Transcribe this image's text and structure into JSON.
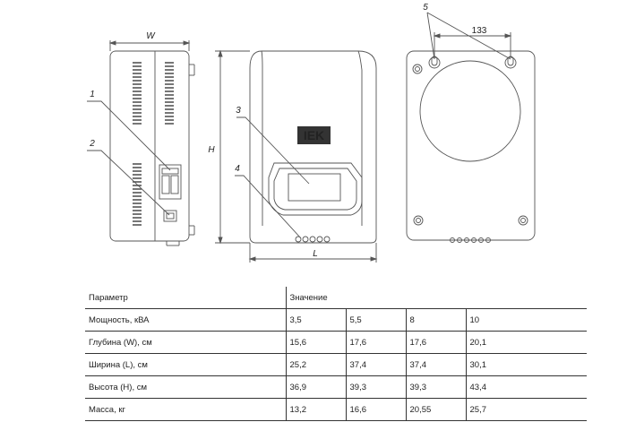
{
  "callouts": {
    "c1": "1",
    "c2": "2",
    "c3": "3",
    "c4": "4",
    "c5": "5"
  },
  "dims": {
    "w": "W",
    "h": "H",
    "l": "L",
    "d133": "133"
  },
  "logo": "IEK",
  "table": {
    "param_header": "Параметр",
    "value_header": "Значение",
    "rows": [
      {
        "label": "Мощность, кВА",
        "values": [
          "3,5",
          "5,5",
          "8",
          "10"
        ]
      },
      {
        "label": "Глубина (W), см",
        "values": [
          "15,6",
          "17,6",
          "17,6",
          "20,1"
        ]
      },
      {
        "label": "Ширина (L), см",
        "values": [
          "25,2",
          "37,4",
          "37,4",
          "30,1"
        ]
      },
      {
        "label": "Высота (H), см",
        "values": [
          "36,9",
          "39,3",
          "39,3",
          "43,4"
        ]
      },
      {
        "label": "Масса, кг",
        "values": [
          "13,2",
          "16,6",
          "20,55",
          "25,7"
        ]
      }
    ]
  },
  "colors": {
    "line": "#555555",
    "logo": "#333333"
  }
}
